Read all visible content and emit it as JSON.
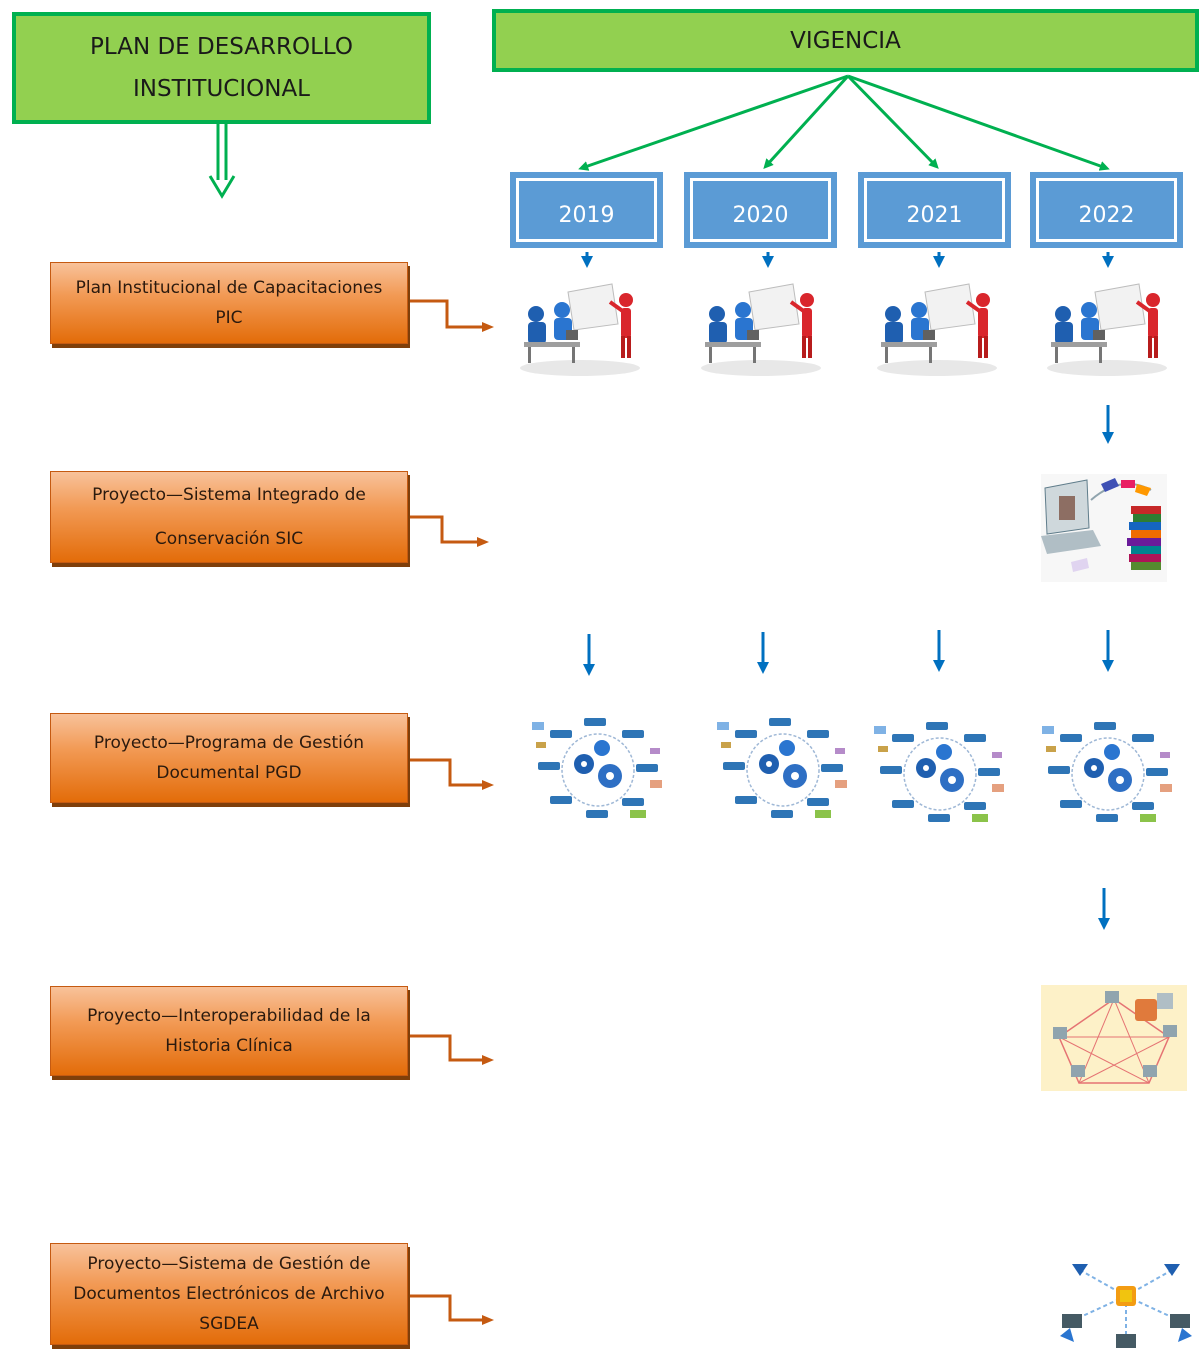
{
  "plan": {
    "title": "PLAN  DE DESARROLLO\nINSTITUCIONAL"
  },
  "vigencia": {
    "title": "VIGENCIA"
  },
  "years": [
    "2019",
    "2020",
    "2021",
    "2022"
  ],
  "projects": [
    {
      "label": "Plan Institucional de Capacitaciones\nPIC"
    },
    {
      "label": "Proyecto—Sistema Integrado de\n\nConservación SIC"
    },
    {
      "label": "Proyecto—Programa de Gestión\nDocumental PGD"
    },
    {
      "label": "Proyecto—Interoperabilidad de la\nHistoria Clínica"
    },
    {
      "label": "Proyecto—Sistema de Gestión de\nDocumentos Electrónicos de Archivo\nSGDEA"
    }
  ],
  "colors": {
    "green_fill": "#92d050",
    "green_border": "#00b050",
    "blue": "#5b9bd5",
    "blue_arrow": "#0070c0",
    "orange": "#e36c09",
    "orange_arrow": "#c55a11"
  },
  "icons": {
    "training": "classroom-training-icon",
    "conservation": "books-laptop-icon",
    "pgd": "gears-process-cycle-icon",
    "interop": "network-pentagon-icon",
    "sgdea": "network-hub-icon"
  }
}
